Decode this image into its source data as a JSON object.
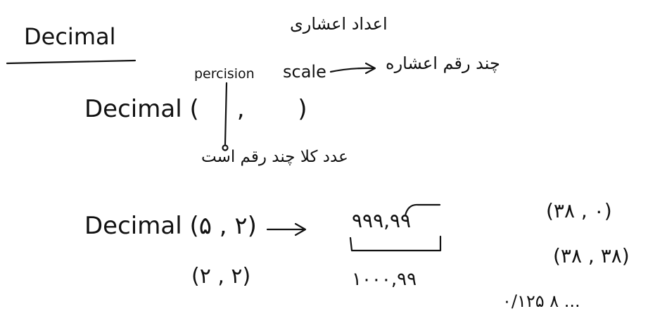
{
  "title": "Decimal",
  "title_fa": "اعداد اعشاری",
  "syntax": {
    "precision_label": "percision",
    "scale_label": "scale",
    "scale_desc_fa": "چند رقم اعشاره",
    "expr": "Decimal (     ,       )",
    "precision_desc_fa": "عدد کلا چند رقم است"
  },
  "example": {
    "expr": "Decimal (۵ , ۲)",
    "sample_value": "۹۹۹,۹۹",
    "alt_args": "(۲ , ۲)",
    "overflow_value": "۱۰۰۰,۹۹"
  },
  "right_notes": {
    "line1": "(۳۸ , ۰)",
    "line2": "(۳۸ , ۳۸)",
    "line3": "۰/۱۲۵ ۸ ..."
  }
}
